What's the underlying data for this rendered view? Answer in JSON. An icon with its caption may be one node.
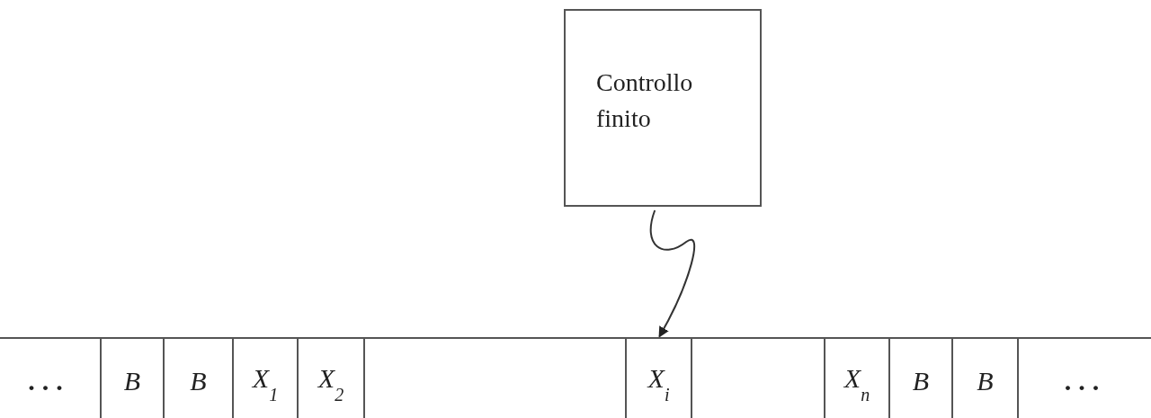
{
  "diagram": {
    "nodes": [
      {
        "text": [
          "Controllo finito"
        ]
      },
      {
        "text": [
          "..."
        ]
      },
      {
        "text": [
          "B"
        ]
      },
      {
        "text": [
          "B"
        ]
      },
      {
        "text": [
          "X$_{1}$"
        ]
      },
      {
        "text": [
          "X$_{2}$"
        ]
      },
      {
        "text": [],
        "shape": "box"
      },
      {
        "text": [
          "X$_{i}$"
        ]
      },
      {
        "text": [],
        "shape": "box"
      },
      {
        "text": [
          "X$_{n}$"
        ]
      },
      {
        "text": [
          "B"
        ]
      },
      {
        "text": [
          "B"
        ]
      },
      {
        "text": [
          "..."
        ]
      }
    ],
    "edges": [
      {
        "from": 0,
        "to": 7,
        "arrow": "to"
      }
    ]
  }
}
